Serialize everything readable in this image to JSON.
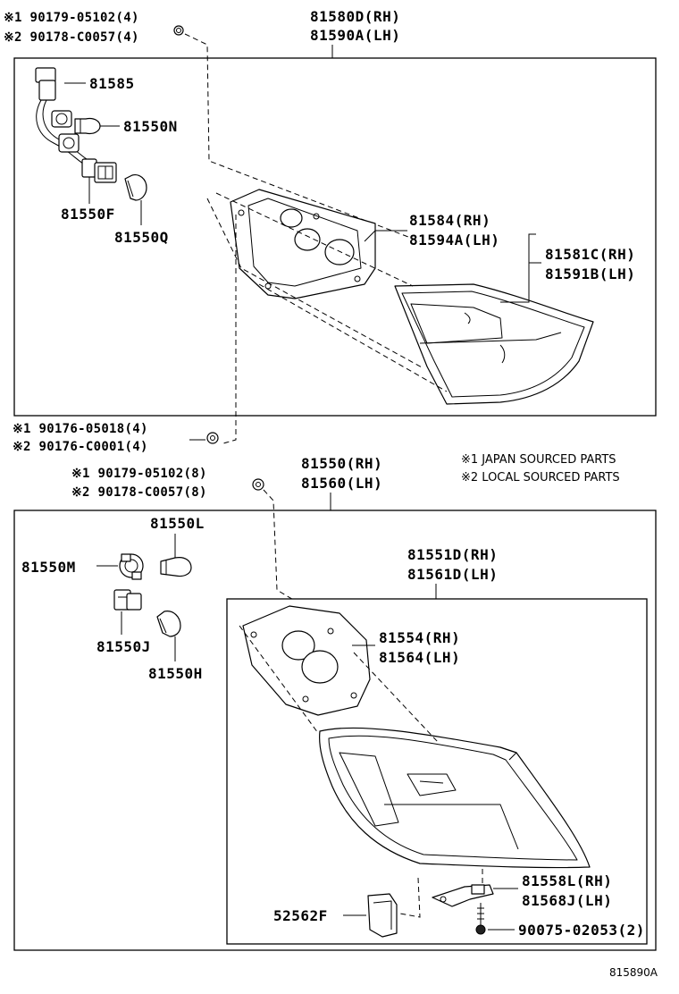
{
  "upper_assembly": {
    "rh": "81580D(RH)",
    "lh": "81590A(LH)",
    "clip": {
      "line1": "※1 90179-05102(4)",
      "line2": "※2 90178-C0057(4)"
    },
    "nut": {
      "line1": "※1  90176-05018(4)",
      "line2": "※2  90176-C0001(4)"
    },
    "socket_wire": "81585",
    "bulb_n": "81550N",
    "socket_f": "81550F",
    "bulb_q": "81550Q",
    "gasket": {
      "rh": "81584(RH)",
      "lh": "81594A(LH)"
    },
    "lens": {
      "rh": "81581C(RH)",
      "lh": "81591B(LH)"
    }
  },
  "notes": {
    "note1": "※1 JAPAN SOURCED PARTS",
    "note2": "※2 LOCAL SOURCED PARTS"
  },
  "lower_assembly": {
    "rh": "81550(RH)",
    "lh": "81560(LH)",
    "clip": {
      "line1": "※1  90179-05102(8)",
      "line2": "※2  90178-C0057(8)"
    },
    "bulb_l": "81550L",
    "socket_m": "81550M",
    "socket_j": "81550J",
    "bulb_h": "81550H",
    "lens_body": {
      "rh": "81551D(RH)",
      "lh": "81561D(LH)"
    },
    "gasket": {
      "rh": "81554(RH)",
      "lh": "81564(LH)"
    },
    "bracket": {
      "rh": "81558L(RH)",
      "lh": "81568J(LH)"
    },
    "retainer": "52562F",
    "screw": "90075-02053(2)"
  },
  "figure_code": "815890A"
}
